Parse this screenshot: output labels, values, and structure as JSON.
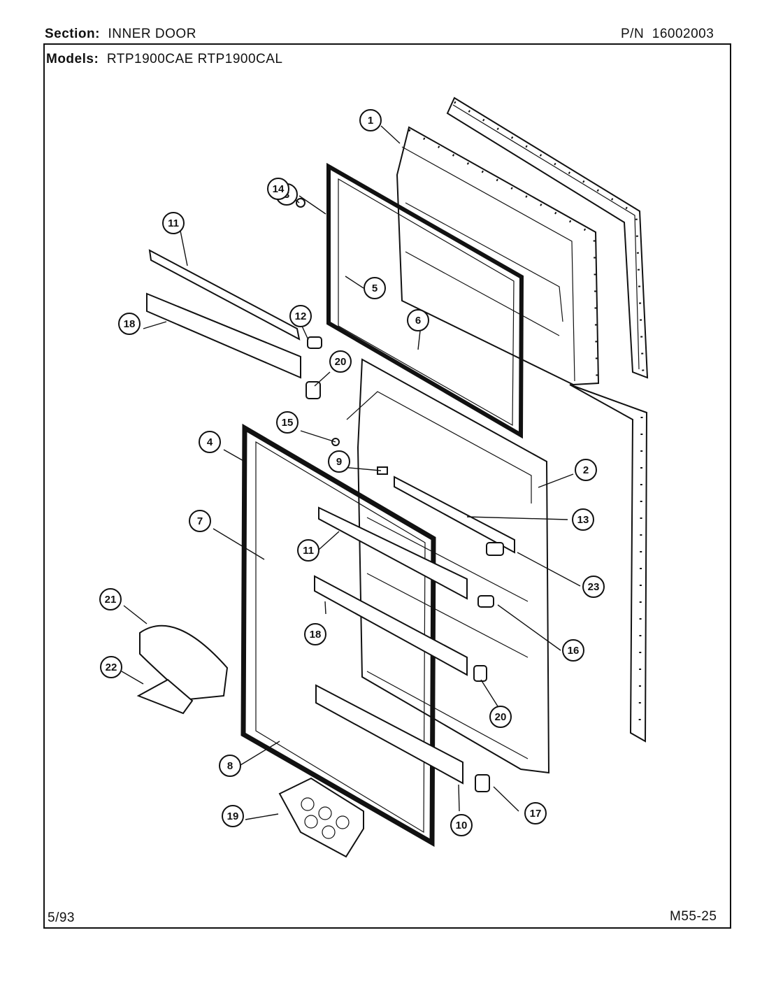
{
  "header": {
    "section_label": "Section:",
    "section_value": "INNER DOOR",
    "pn_label": "P/N",
    "pn_value": "16002003",
    "models_label": "Models:",
    "models_value": "RTP1900CAE RTP1900CAL"
  },
  "footer": {
    "date": "5/93",
    "page_code": "M55-25"
  },
  "callouts": [
    "1",
    "2",
    "3",
    "4",
    "5",
    "6",
    "7",
    "8",
    "9",
    "10",
    "11",
    "11",
    "12",
    "13",
    "14",
    "15",
    "16",
    "17",
    "18",
    "18",
    "19",
    "20",
    "20",
    "21",
    "22",
    "23"
  ]
}
